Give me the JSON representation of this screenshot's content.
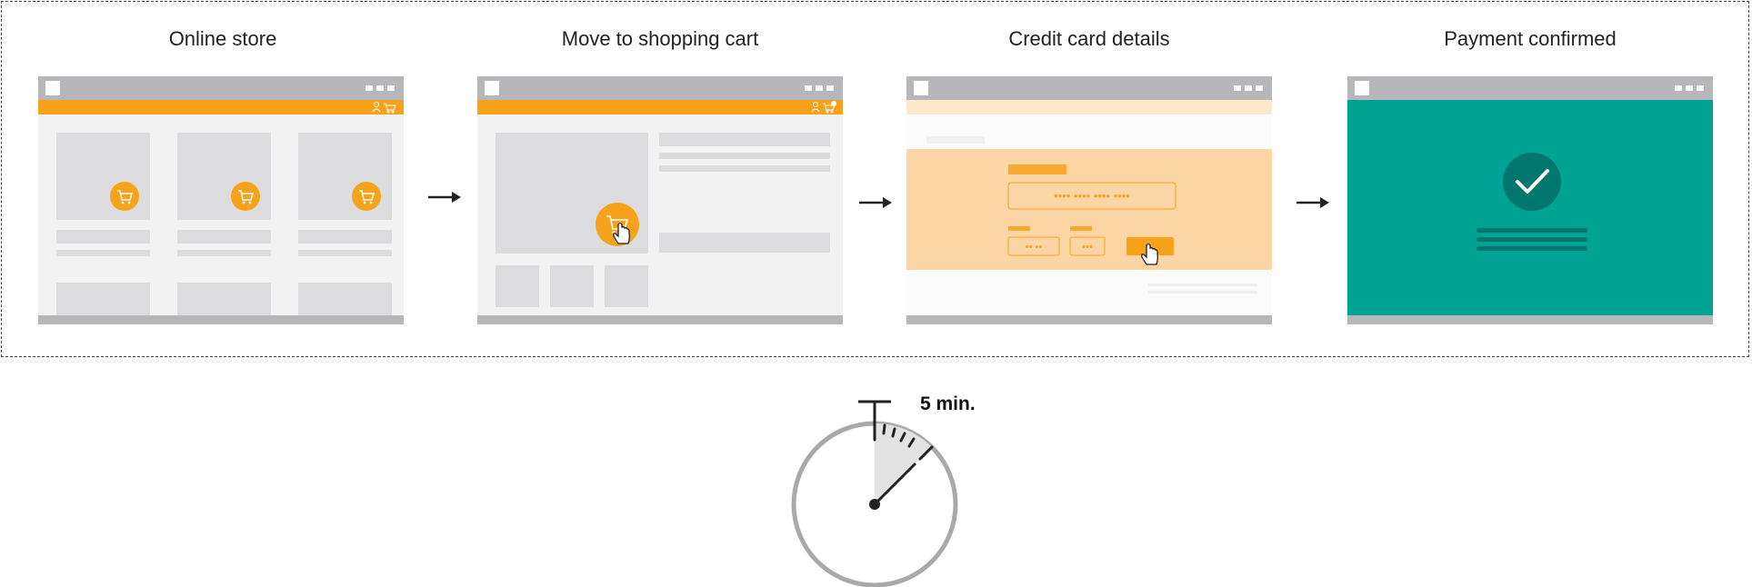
{
  "steps": [
    {
      "label": "Online store"
    },
    {
      "label": "Move to shopping cart"
    },
    {
      "label": "Credit card details"
    },
    {
      "label": "Payment confirmed"
    }
  ],
  "card_mask": {
    "number": "•••• •••• •••• ••••",
    "expiry": "•• ••",
    "cvv": "•••"
  },
  "timer": {
    "label": "5 min."
  },
  "colors": {
    "orange": "#f7a21b",
    "teal": "#00a294",
    "teal_dark": "#00766c",
    "bar_gray": "#b7b6bb",
    "block_gray": "#dcdcde",
    "panel_gray": "#f2f2f2",
    "light_orange": "#fcd5a4"
  },
  "icons": [
    "cart-icon",
    "user-icon",
    "hand-cursor-icon",
    "checkmark-icon",
    "arrow-right-icon",
    "stopwatch-icon"
  ]
}
